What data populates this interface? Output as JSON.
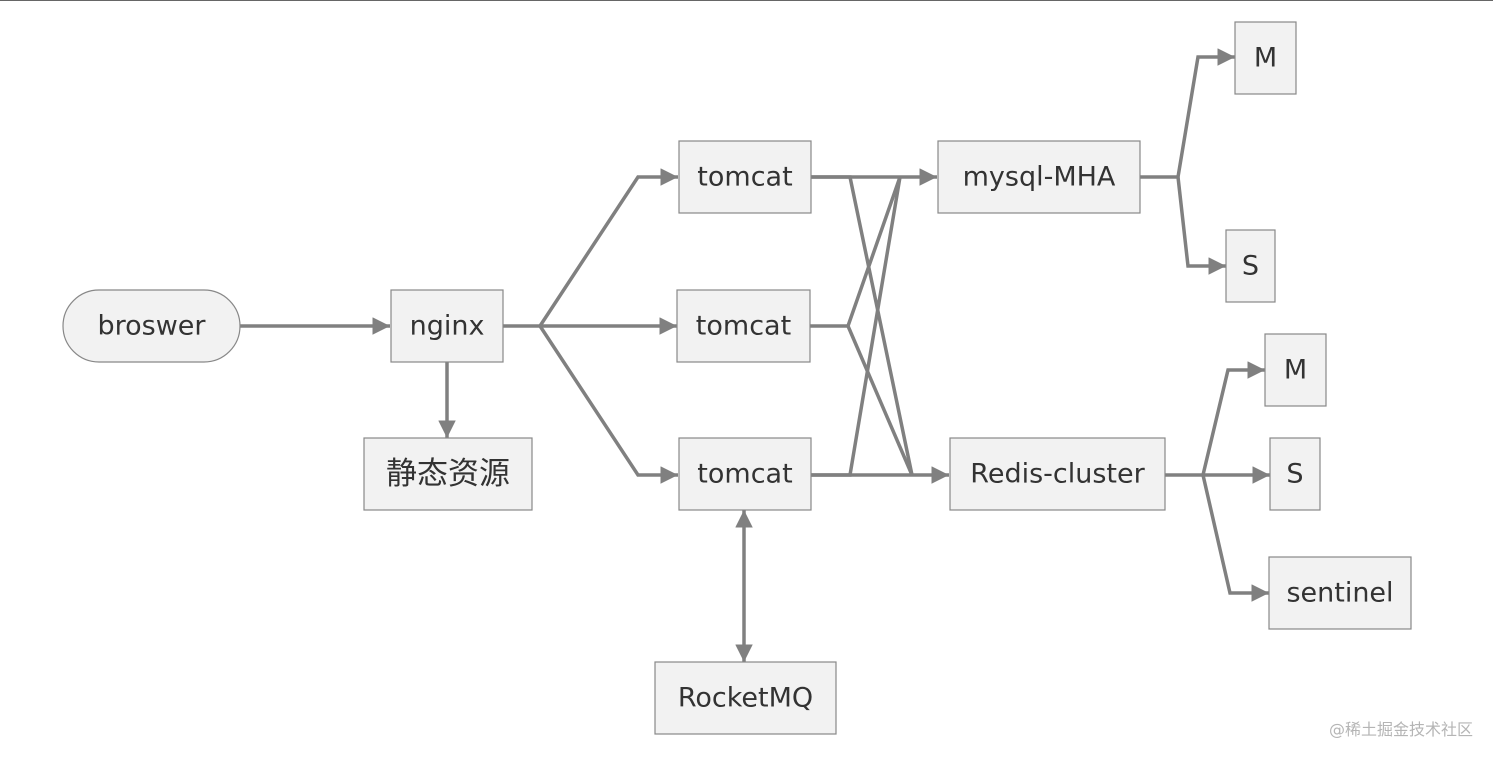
{
  "nodes": {
    "browser": "broswer",
    "nginx": "nginx",
    "static": "静态资源",
    "tomcat1": "tomcat",
    "tomcat2": "tomcat",
    "tomcat3": "tomcat",
    "rocketmq": "RocketMQ",
    "mysql": "mysql-MHA",
    "redis": "Redis-cluster",
    "mysql_master": "M",
    "mysql_slave": "S",
    "redis_master": "M",
    "redis_slave": "S",
    "redis_sentinel": "sentinel"
  },
  "watermark": "@稀土掘金技术社区",
  "colors": {
    "line": "#808080",
    "box_fill": "#f2f2f2",
    "box_stroke": "#888888",
    "text": "#333333"
  }
}
